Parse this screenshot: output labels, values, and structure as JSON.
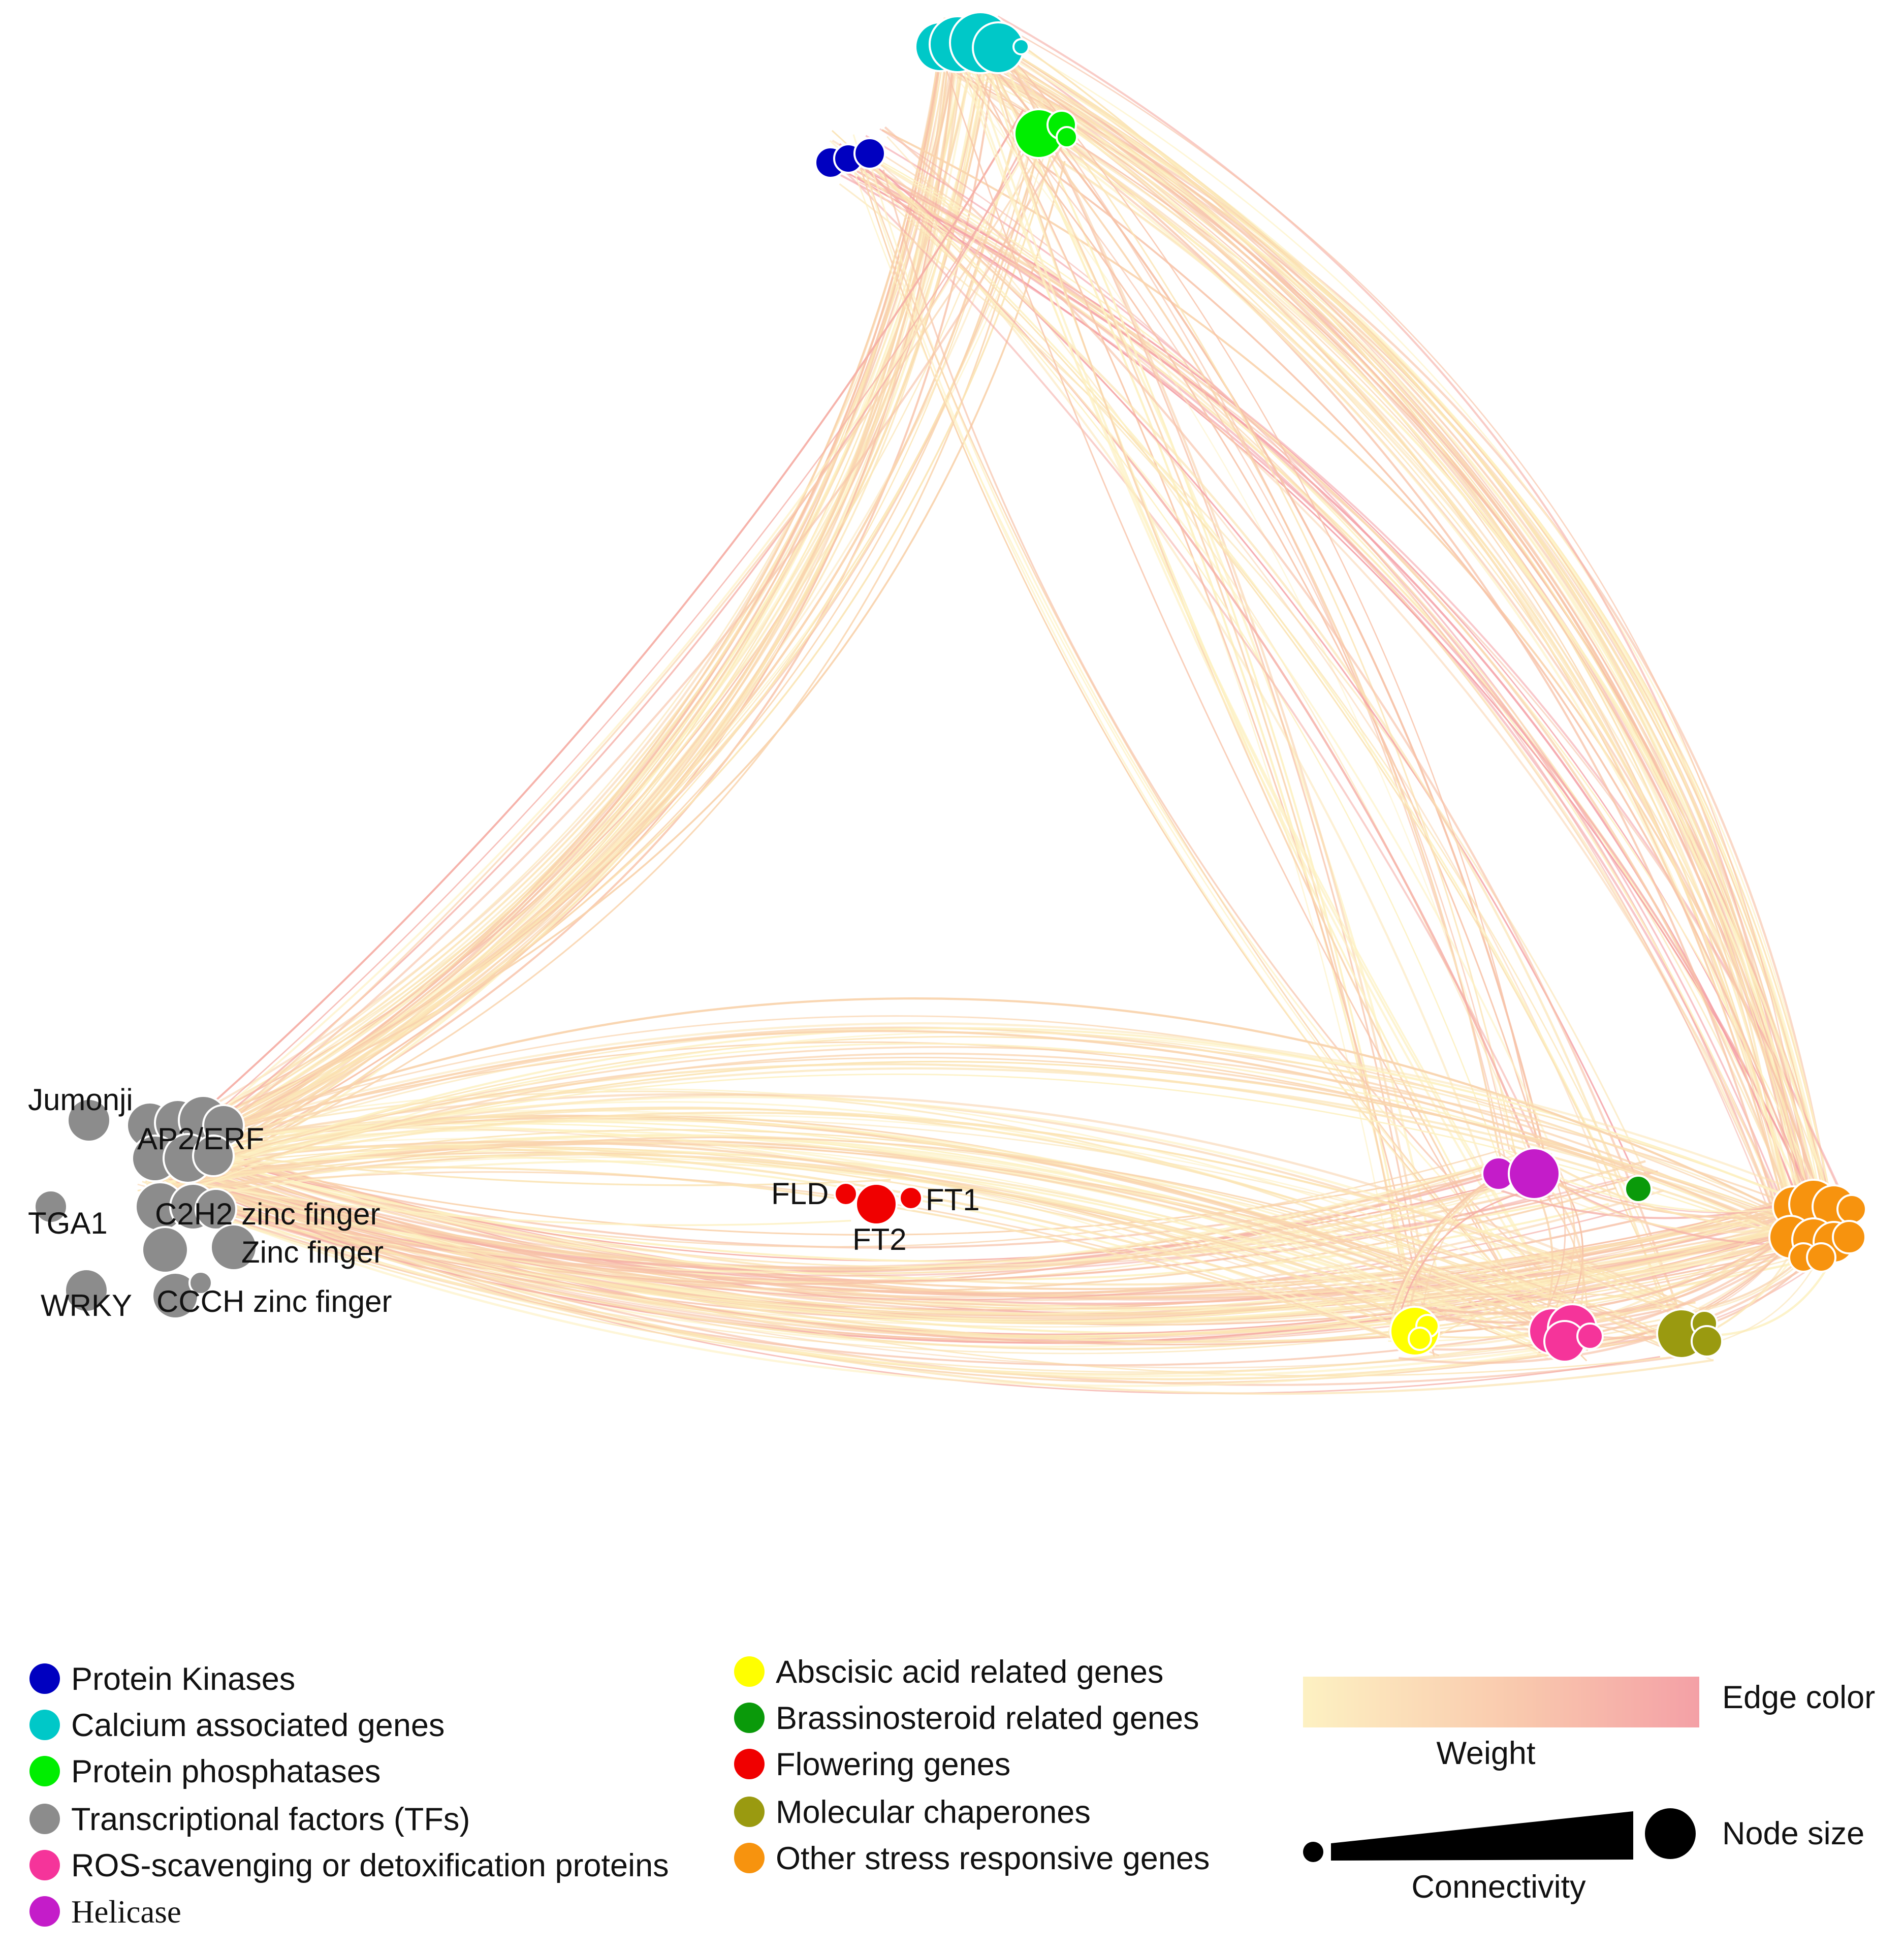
{
  "network": {
    "groups": [
      {
        "id": "kinase",
        "color": "#0000c0"
      },
      {
        "id": "calcium",
        "color": "#00c8c8"
      },
      {
        "id": "phosphatase",
        "color": "#00ee00"
      },
      {
        "id": "tf",
        "color": "#8c8c8c"
      },
      {
        "id": "ros",
        "color": "#f5349a"
      },
      {
        "id": "helicase",
        "color": "#c41cc9"
      },
      {
        "id": "aba",
        "color": "#ffff00"
      },
      {
        "id": "brassino",
        "color": "#0a9a0a"
      },
      {
        "id": "flowering",
        "color": "#f00000"
      },
      {
        "id": "chaperone",
        "color": "#9a9a10"
      },
      {
        "id": "stress",
        "color": "#f7930e"
      }
    ],
    "node_labels": {
      "jumonji": "Jumonji",
      "ap2erf": "AP2/ERF",
      "tga1": "TGA1",
      "c2h2": "C2H2 zinc finger",
      "zinc": "Zinc finger",
      "wrky": "WRKY",
      "ccch": "CCCH zinc finger",
      "fld": "FLD",
      "ft1": "FT1",
      "ft2": "FT2"
    },
    "edge_color_low": "#fdf1c2",
    "edge_color_high": "#f4a0a6"
  },
  "legend": {
    "left": [
      {
        "label": "Protein Kinases",
        "color": "#0000c0"
      },
      {
        "label": "Calcium associated genes",
        "color": "#00c8c8"
      },
      {
        "label": "Protein phosphatases",
        "color": "#00ee00"
      },
      {
        "label": "Transcriptional factors (TFs)",
        "color": "#8c8c8c"
      },
      {
        "label": "ROS-scavenging or detoxification proteins",
        "color": "#f5349a"
      },
      {
        "label": "Helicase",
        "color": "#c41cc9"
      }
    ],
    "middle": [
      {
        "label": "Abscisic acid related genes",
        "color": "#ffff00"
      },
      {
        "label": "Brassinosteroid related genes",
        "color": "#0a9a0a"
      },
      {
        "label": "Flowering genes",
        "color": "#f00000"
      },
      {
        "label": "Molecular chaperones",
        "color": "#9a9a10"
      },
      {
        "label": "Other stress responsive genes",
        "color": "#f7930e"
      }
    ],
    "edge_color_title": "Edge color",
    "weight_label": "Weight",
    "node_size_title": "Node size",
    "connectivity_label": "Connectivity"
  }
}
